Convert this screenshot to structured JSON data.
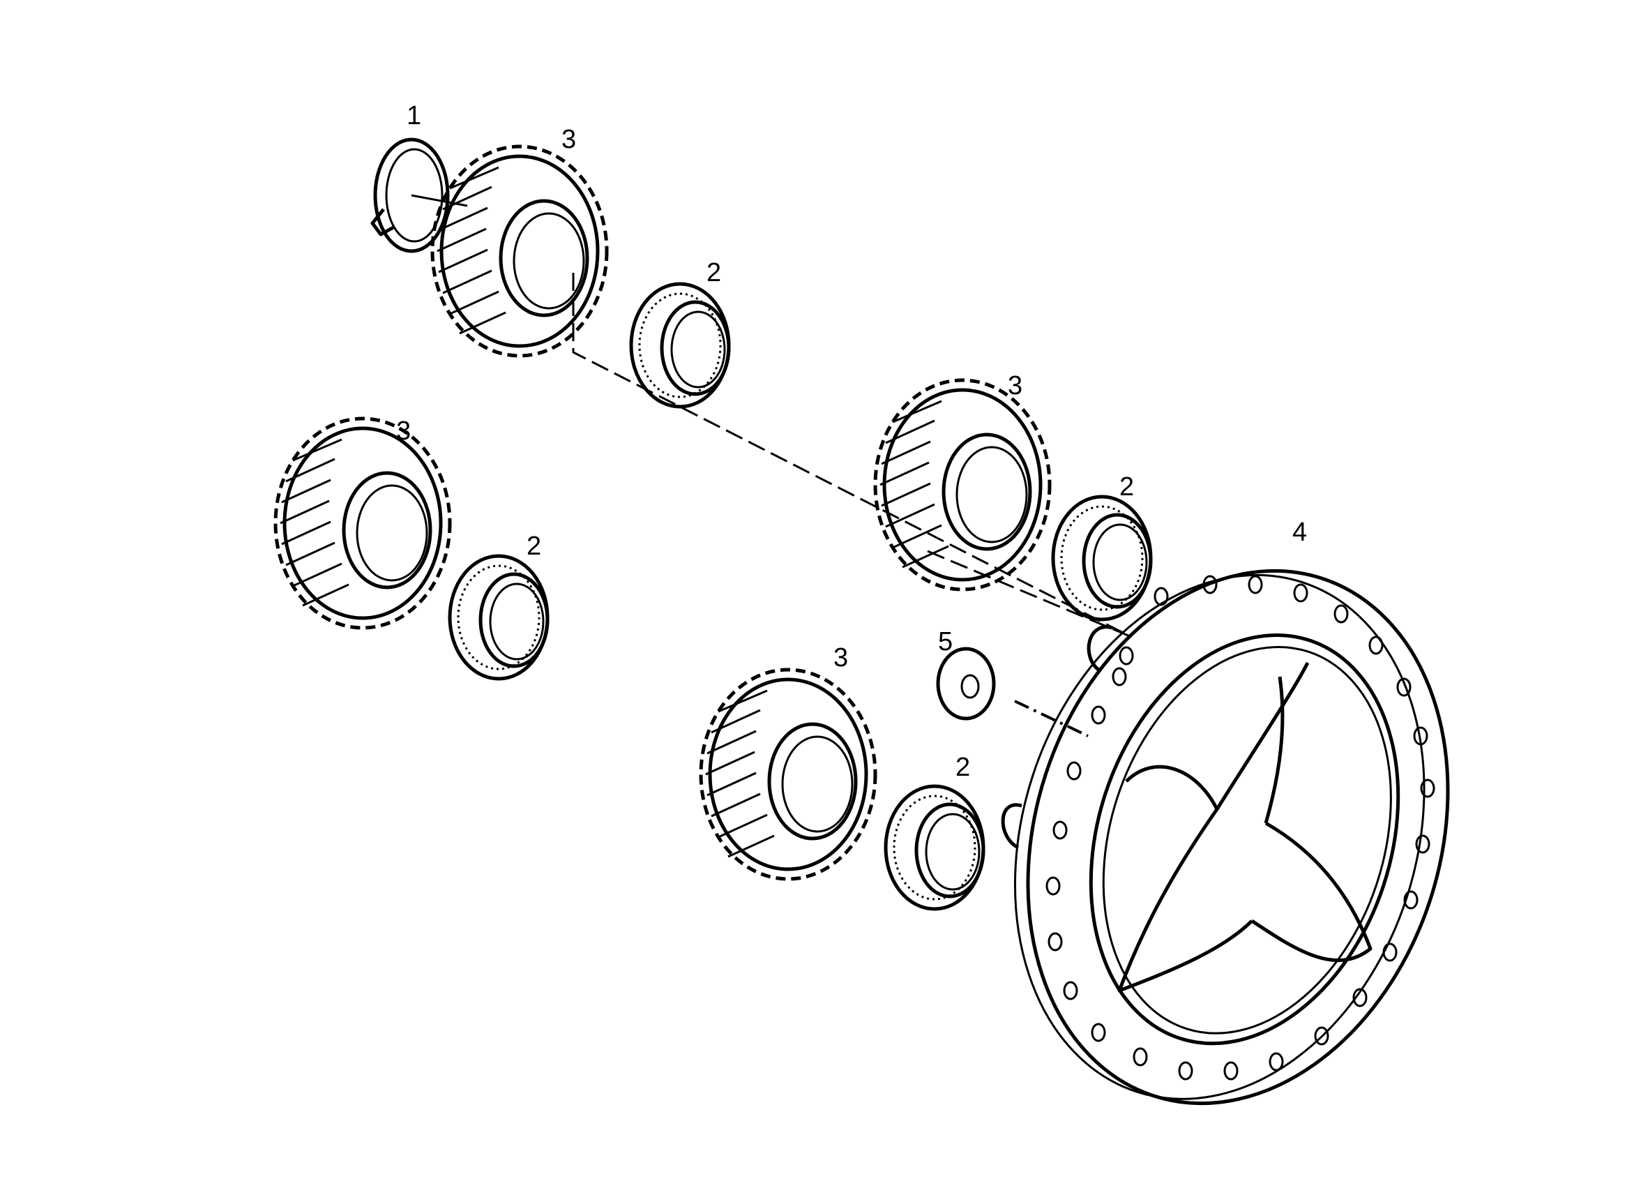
{
  "diagram": {
    "callouts": {
      "ring_1": "1",
      "gear_top": "3",
      "bearing_top": "2",
      "gear_mid_right": "3",
      "bearing_mid_right": "2",
      "gear_left": "3",
      "bearing_left": "2",
      "carrier_4": "4",
      "washer_5": "5",
      "gear_bottom": "3",
      "bearing_bottom": "2"
    }
  }
}
